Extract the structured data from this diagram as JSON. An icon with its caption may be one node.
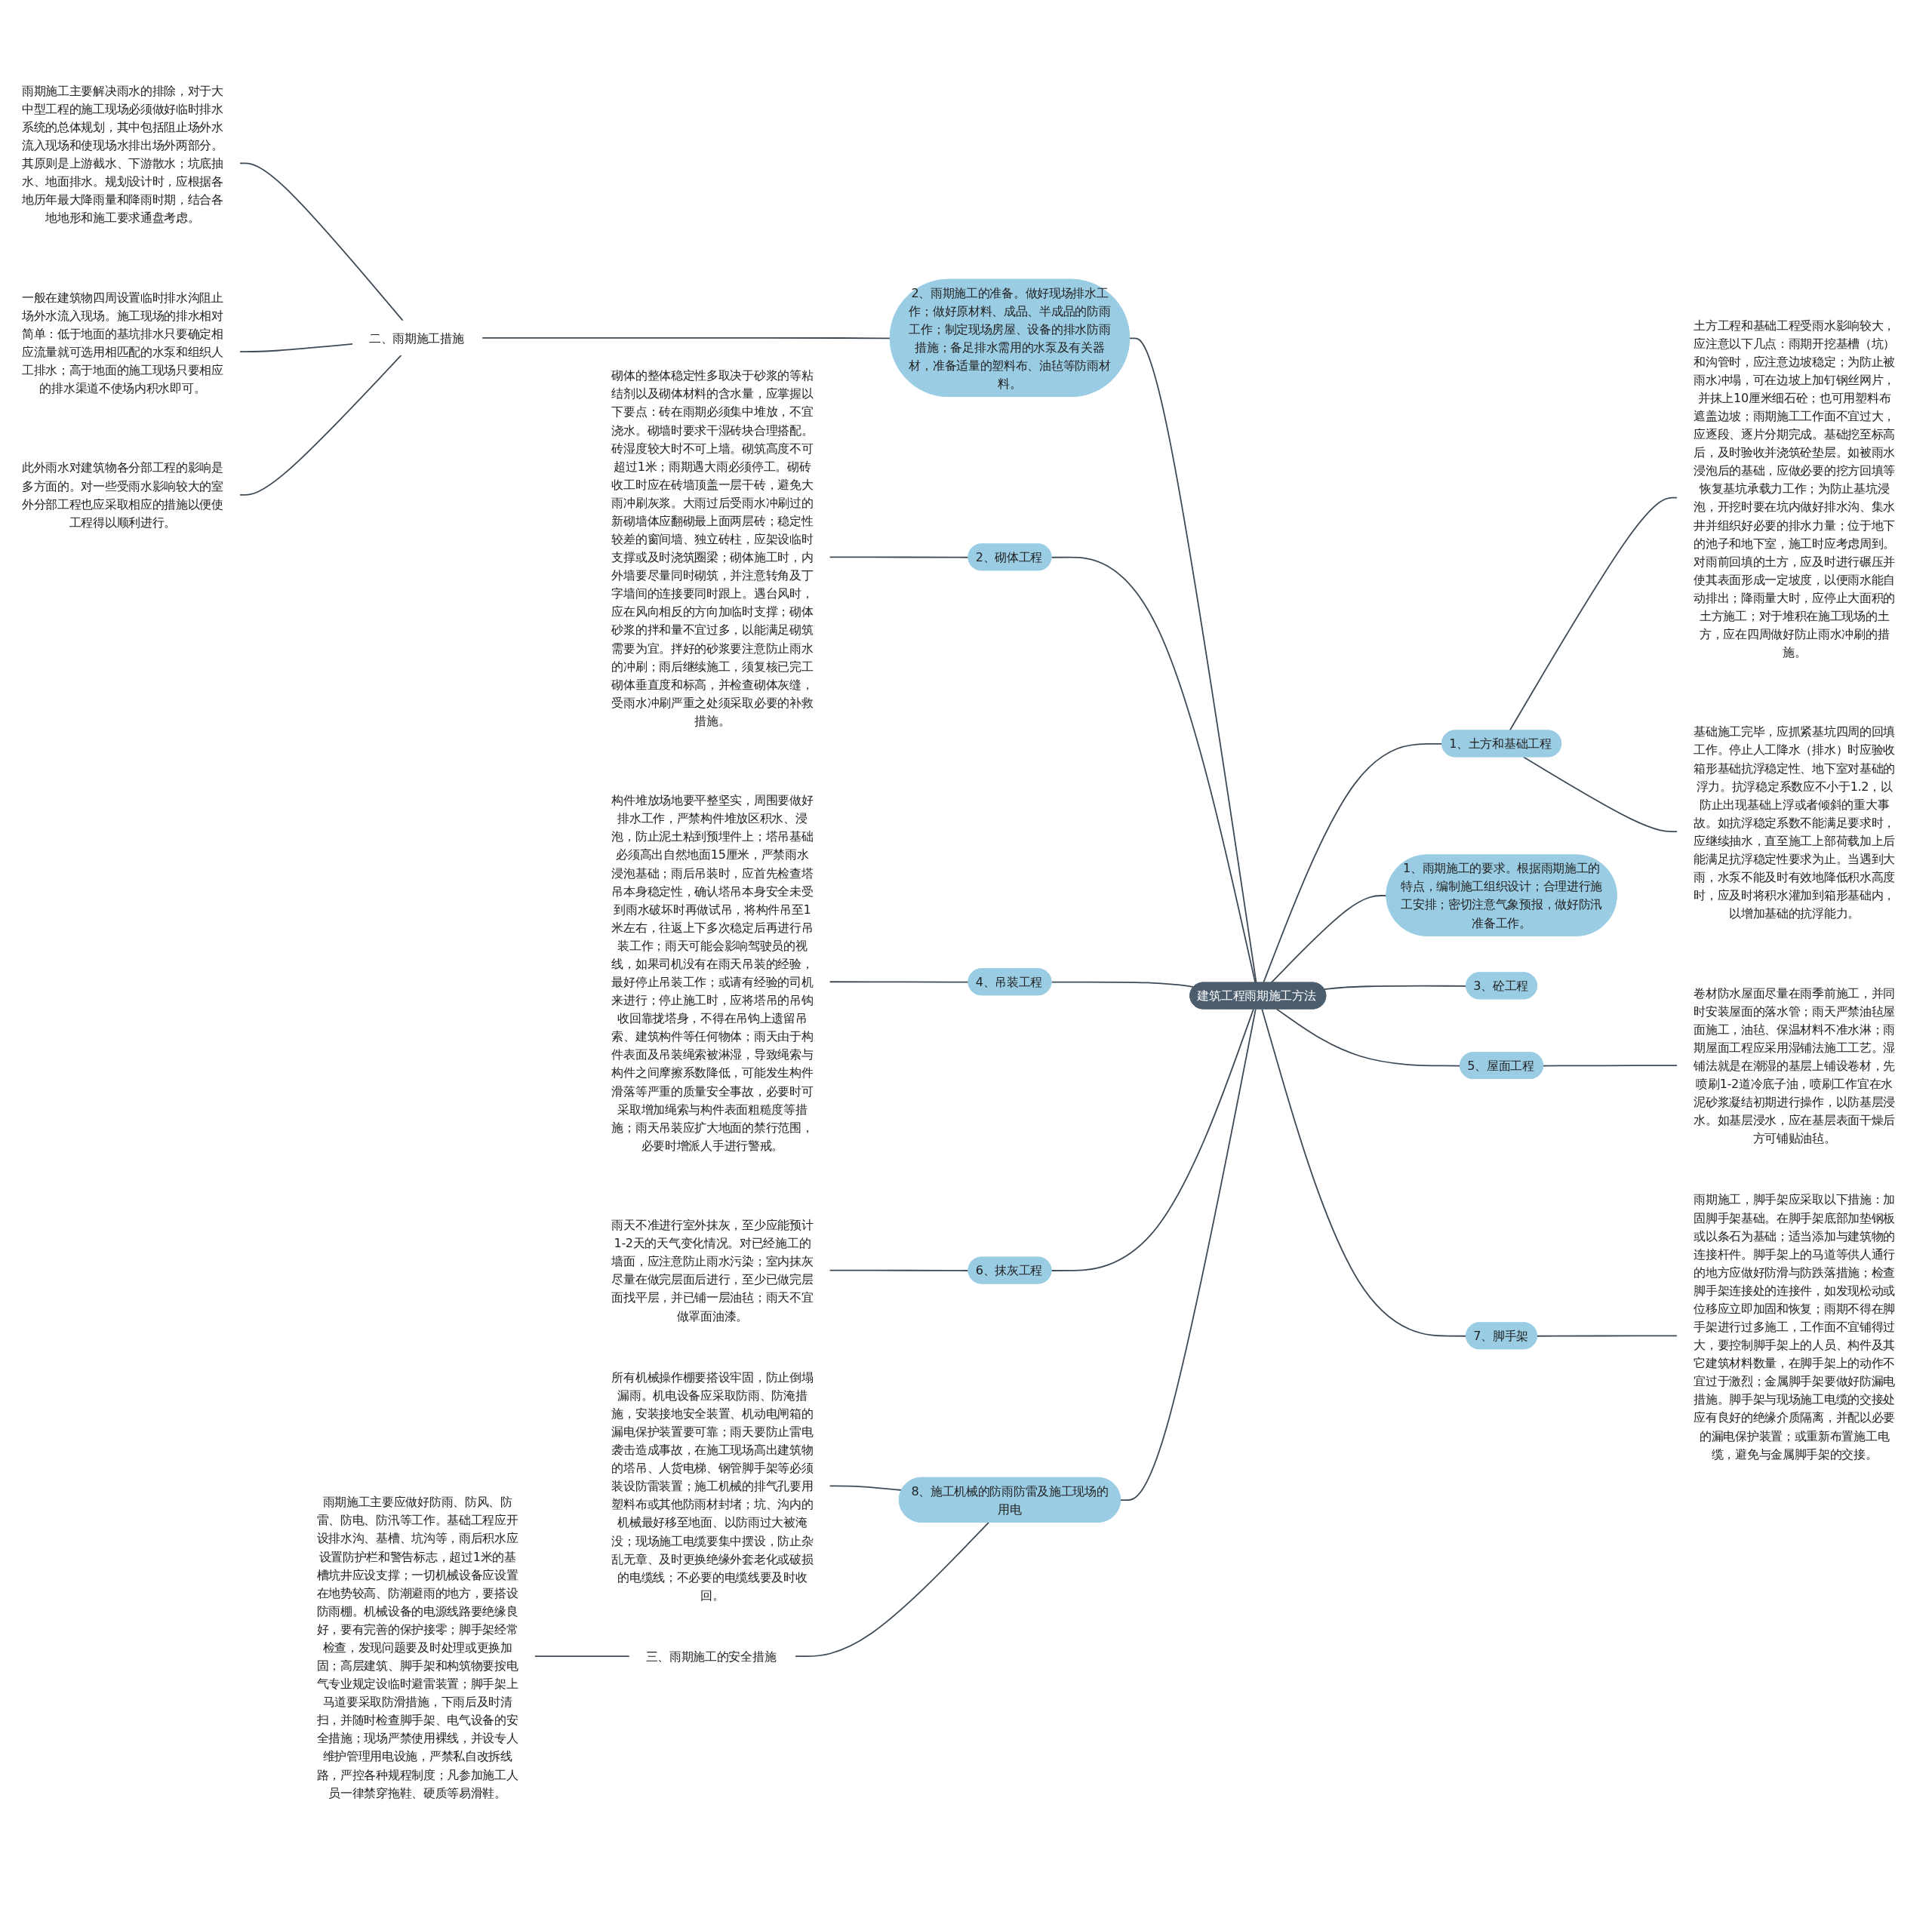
{
  "diagram": {
    "nodes": [
      {
        "text": [
          "建筑工程雨期施工方法"
        ]
      },
      {
        "text": [
          "1、雨期施工的要求。根据雨期施工的特点，编制施工组织设计；合理进行施工安排；密切注意气象预报，做好防汛准备工作。"
        ]
      },
      {
        "text": [
          "1、土方和基础工程"
        ]
      },
      {
        "text": [
          "土方工程和基础工程受雨水影响较大，应注意以下几点：雨期开挖基槽（坑）和沟管时，应注意边坡稳定；为防止被雨水冲塌，可在边坡上加钉钢丝网片，并抹上10厘米细石砼；也可用塑料布遮盖边坡；雨期施工工作面不宜过大，应逐段、逐片分期完成。基础挖至标高后，及时验收并浇筑砼垫层。如被雨水浸泡后的基础，应做必要的挖方回填等恢复基坑承载力工作；为防止基坑浸泡，开挖时要在坑内做好排水沟、集水井并组织好必要的排水力量；位于地下的池子和地下室，施工时应考虑周到。对雨前回填的土方，应及时进行碾压并使其表面形成一定坡度，以便雨水能自动排出；降雨量大时，应停止大面积的土方施工；对于堆积在施工现场的土方，应在四周做好防止雨水冲刷的措施。"
        ]
      },
      {
        "text": [
          "基础施工完毕，应抓紧基坑四周的回填工作。停止人工降水（排水）时应验收箱形基础抗浮稳定性、地下室对基础的浮力。抗浮稳定系数应不小于1.2，以防止出现基础上浮或者倾斜的重大事故。如抗浮稳定系数不能满足要求时，应继续抽水，直至施工上部荷载加上后能满足抗浮稳定性要求为止。当遇到大雨，水泵不能及时有效地降低积水高度时，应及时将积水灌加到箱形基础内，以增加基础的抗浮能力。"
        ]
      },
      {
        "text": [
          "3、砼工程"
        ]
      },
      {
        "text": [
          "5、屋面工程"
        ]
      },
      {
        "text": [
          "卷材防水屋面尽量在雨季前施工，并同时安装屋面的落水管；雨天严禁油毡屋面施工，油毡、保温材料不准水淋；雨期屋面工程应采用湿铺法施工工艺。湿铺法就是在潮湿的基层上铺设卷材，先喷刷1-2道冷底子油，喷刷工作宜在水泥砂浆凝结初期进行操作，以防基层浸水。如基层浸水，应在基层表面干燥后方可铺贴油毡。"
        ]
      },
      {
        "text": [
          "7、脚手架"
        ]
      },
      {
        "text": [
          "雨期施工，脚手架应采取以下措施：加固脚手架基础。在脚手架底部加垫钢板或以条石为基础；适当添加与建筑物的连接杆件。脚手架上的马道等供人通行的地方应做好防滑与防跌落措施；检查脚手架连接处的连接件，如发现松动或位移应立即加固和恢复；雨期不得在脚手架进行过多施工，工作面不宜铺得过大，要控制脚手架上的人员、构件及其它建筑材料数量，在脚手架上的动作不宜过于激烈；金属脚手架要做好防漏电措施。脚手架与现场施工电缆的交接处应有良好的绝缘介质隔离，并配以必要的漏电保护装置；或重新布置施工电缆，避免与金属脚手架的交接。"
        ]
      },
      {
        "text": [
          "2、雨期施工的准备。做好现场排水工作；做好原材料、成品、半成品的防雨工作；制定现场房屋、设备的排水防雨措施；备足排水需用的水泵及有关器材，准备适量的塑料布、油毡等防雨材料。"
        ]
      },
      {
        "text": [
          "二、雨期施工措施"
        ]
      },
      {
        "text": [
          "雨期施工主要解决雨水的排除，对于大中型工程的施工现场必须做好临时排水系统的总体规划，其中包括阻止场外水流入现场和使现场水排出场外两部分。其原则是上游截水、下游散水；坑底抽水、地面排水。规划设计时，应根据各地历年最大降雨量和降雨时期，结合各地地形和施工要求通盘考虑。"
        ]
      },
      {
        "text": [
          "一般在建筑物四周设置临时排水沟阻止场外水流入现场。施工现场的排水相对简单：低于地面的基坑排水只要确定相应流量就可选用相匹配的水泵和组织人工排水；高于地面的施工现场只要相应的排水渠道不使场内积水即可。"
        ]
      },
      {
        "text": [
          "此外雨水对建筑物各分部工程的影响是多方面的。对一些受雨水影响较大的室外分部工程也应采取相应的措施以便使工程得以顺利进行。"
        ]
      },
      {
        "text": [
          "2、砌体工程"
        ]
      },
      {
        "text": [
          "砌体的整体稳定性多取决于砂浆的等粘结剂以及砌体材料的含水量，应掌握以下要点：砖在雨期必须集中堆放，不宜浇水。砌墙时要求干湿砖块合理搭配。砖湿度较大时不可上墙。砌筑高度不可超过1米；雨期遇大雨必须停工。砌砖收工时应在砖墙顶盖一层干砖，避免大雨冲刷灰浆。大雨过后受雨水冲刷过的新砌墙体应翻砌最上面两层砖；稳定性较差的窗间墙、独立砖柱，应架设临时支撑或及时浇筑圈梁；砌体施工时，内外墙要尽量同时砌筑，并注意转角及丁字墙间的连接要同时跟上。遇台风时，应在风向相反的方向加临时支撑；砌体砂浆的拌和量不宜过多，以能满足砌筑需要为宜。拌好的砂浆要注意防止雨水的冲刷；雨后继续施工，须复核已完工砌体垂直度和标高，并检查砌体灰缝，受雨水冲刷严重之处须采取必要的补救措施。"
        ]
      },
      {
        "text": [
          "4、吊装工程"
        ]
      },
      {
        "text": [
          "构件堆放场地要平整坚实，周围要做好排水工作，严禁构件堆放区积水、浸泡，防止泥土粘到预埋件上；塔吊基础必须高出自然地面15厘米，严禁雨水浸泡基础；雨后吊装时，应首先检查塔吊本身稳定性，确认塔吊本身安全未受到雨水破坏时再做试吊，将构件吊至1米左右，往返上下多次稳定后再进行吊装工作；雨天可能会影响驾驶员的视线，如果司机没有在雨天吊装的经验，最好停止吊装工作；或请有经验的司机来进行；停止施工时，应将塔吊的吊钩收回靠拢塔身，不得在吊钩上遗留吊索、建筑构件等任何物体；雨天由于构件表面及吊装绳索被淋湿，导致绳索与构件之间摩擦系数降低，可能发生构件滑落等严重的质量安全事故，必要时可采取增加绳索与构件表面粗糙度等措施；雨天吊装应扩大地面的禁行范围，必要时增派人手进行警戒。"
        ]
      },
      {
        "text": [
          "6、抹灰工程"
        ]
      },
      {
        "text": [
          "雨天不准进行室外抹灰，至少应能预计1-2天的天气变化情况。对已经施工的墙面，应注意防止雨水污染；室内抹灰尽量在做完层面后进行，至少已做完层面找平层，并已铺一层油毡；雨天不宜做罩面油漆。"
        ]
      },
      {
        "text": [
          "8、施工机械的防雨防雷及施工现场的用电"
        ]
      },
      {
        "text": [
          "所有机械操作棚要搭设牢固，防止倒塌漏雨。机电设备应采取防雨、防淹措施，安装接地安全装置、机动电闸箱的漏电保护装置要可靠；雨天要防止雷电袭击造成事故，在施工现场高出建筑物的塔吊、人货电梯、钢管脚手架等必须装设防雷装置；施工机械的排气孔要用塑料布或其他防雨材封堵；坑、沟内的机械最好移至地面、以防雨过大被淹没；现场施工电缆要集中摆设，防止杂乱无章、及时更换绝缘外套老化或破损的电缆线；不必要的电缆线要及时收回。"
        ]
      },
      {
        "text": [
          "三、雨期施工的安全措施"
        ]
      },
      {
        "text": [
          "雨期施工主要应做好防雨、防风、防雷、防电、防汛等工作。基础工程应开设排水沟、基槽、坑沟等，雨后积水应设置防护栏和警告标志，超过1米的基槽坑井应设支撑；一切机械设备应设置在地势较高、防潮避雨的地方，要搭设防雨棚。机械设备的电源线路要绝缘良好，要有完善的保护接零；脚手架经常检查，发现问题要及时处理或更换加固；高层建筑、脚手架和构筑物要按电气专业规定设临时避雷装置；脚手架上马道要采取防滑措施，下雨后及时清扫，并随时检查脚手架、电气设备的安全措施；现场严禁使用裸线，并设专人维护管理用电设施，严禁私自改拆线路，严控各种规程制度；凡参加施工人员一律禁穿拖鞋、硬质等易滑鞋。"
        ]
      }
    ],
    "edges": [
      {
        "from": 0,
        "to": 2,
        "arrow": "none"
      },
      {
        "from": 2,
        "to": 3,
        "arrow": "none"
      },
      {
        "from": 2,
        "to": 4,
        "arrow": "none"
      },
      {
        "from": 0,
        "to": 1,
        "arrow": "none"
      },
      {
        "from": 0,
        "to": 5,
        "arrow": "none"
      },
      {
        "from": 0,
        "to": 6,
        "arrow": "none"
      },
      {
        "from": 6,
        "to": 7,
        "arrow": "none"
      },
      {
        "from": 0,
        "to": 8,
        "arrow": "none"
      },
      {
        "from": 8,
        "to": 9,
        "arrow": "none"
      },
      {
        "from": 10,
        "to": 0,
        "arrow": "none"
      },
      {
        "from": 11,
        "to": 10,
        "arrow": "none"
      },
      {
        "from": 12,
        "to": 11,
        "arrow": "none"
      },
      {
        "from": 13,
        "to": 11,
        "arrow": "none"
      },
      {
        "from": 14,
        "to": 11,
        "arrow": "none"
      },
      {
        "from": 15,
        "to": 0,
        "arrow": "none"
      },
      {
        "from": 16,
        "to": 15,
        "arrow": "none"
      },
      {
        "from": 17,
        "to": 0,
        "arrow": "none"
      },
      {
        "from": 18,
        "to": 17,
        "arrow": "none"
      },
      {
        "from": 19,
        "to": 0,
        "arrow": "none"
      },
      {
        "from": 20,
        "to": 19,
        "arrow": "none"
      },
      {
        "from": 21,
        "to": 0,
        "arrow": "none"
      },
      {
        "from": 22,
        "to": 21,
        "arrow": "none"
      },
      {
        "from": 23,
        "to": 21,
        "arrow": "none"
      },
      {
        "from": 24,
        "to": 23,
        "arrow": "none"
      }
    ]
  }
}
